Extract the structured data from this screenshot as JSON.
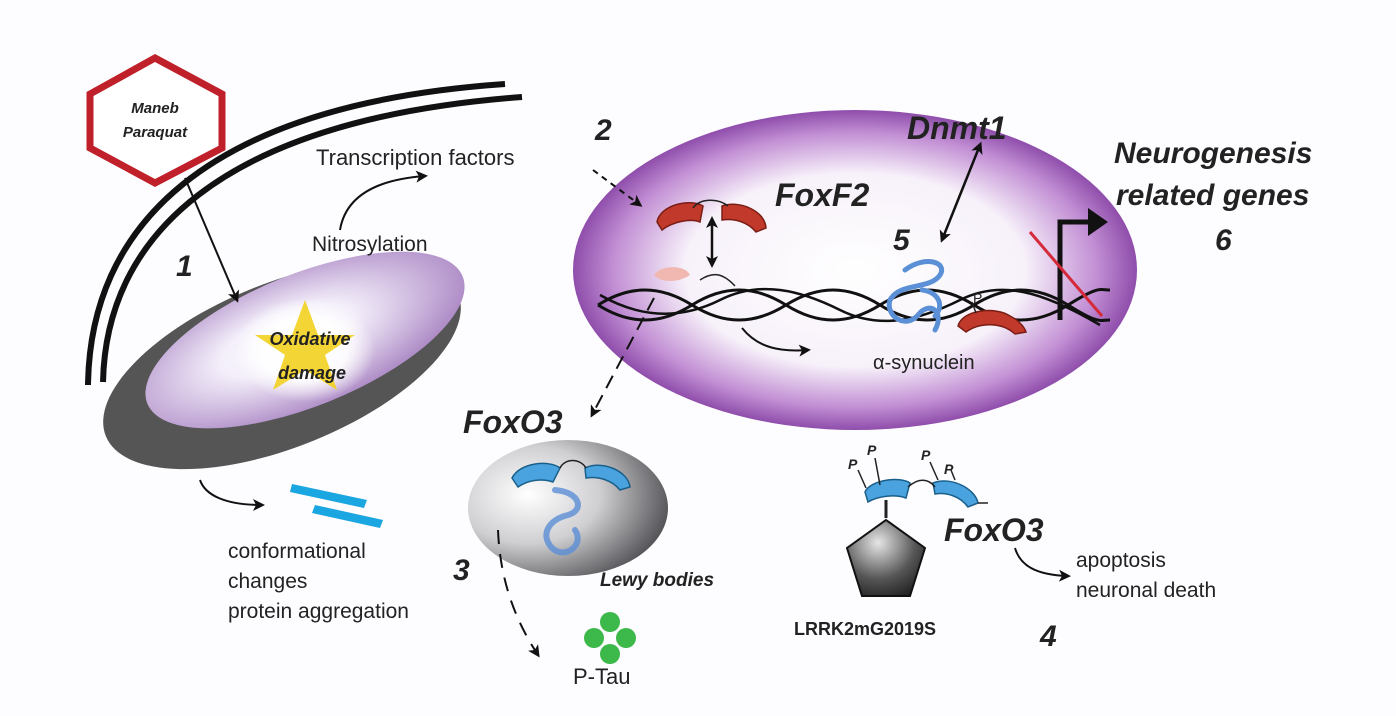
{
  "hexagon": {
    "line1": "Maneb",
    "line2": "Paraquat",
    "stroke": "#c0202a"
  },
  "mitochondrion": {
    "label_line1": "Oxidative",
    "label_line2": "damage"
  },
  "labels": {
    "nitrosylation": "Nitrosylation",
    "transcription_factors": "Transcription factors",
    "foxf2": "FoxF2",
    "dnmt1": "Dnmt1",
    "neurogenesis_line1": "Neurogenesis",
    "neurogenesis_line2": "related genes",
    "alpha_synuclein": "α-synuclein",
    "foxo3_top": "FoxO3",
    "foxo3_right": "FoxO3",
    "lewy_bodies": "Lewy bodies",
    "p_tau": "P-Tau",
    "lrrk2": "LRRK2mG2019S",
    "apoptosis_line1": "apoptosis",
    "apoptosis_line2": "neuronal death",
    "aggregation_line1": "conformational",
    "aggregation_line2": "changes",
    "aggregation_line3": "protein aggregation",
    "phospho": "P"
  },
  "steps": [
    "1",
    "2",
    "3",
    "4",
    "5",
    "6"
  ],
  "colors": {
    "nucleus": "#7a2a9a",
    "foxf2": "#c0392b",
    "foxo3": "#4aa3df",
    "synuclein": "#5b8fd6",
    "ptau": "#3db84a",
    "aggregate": "#1aa6e0"
  }
}
